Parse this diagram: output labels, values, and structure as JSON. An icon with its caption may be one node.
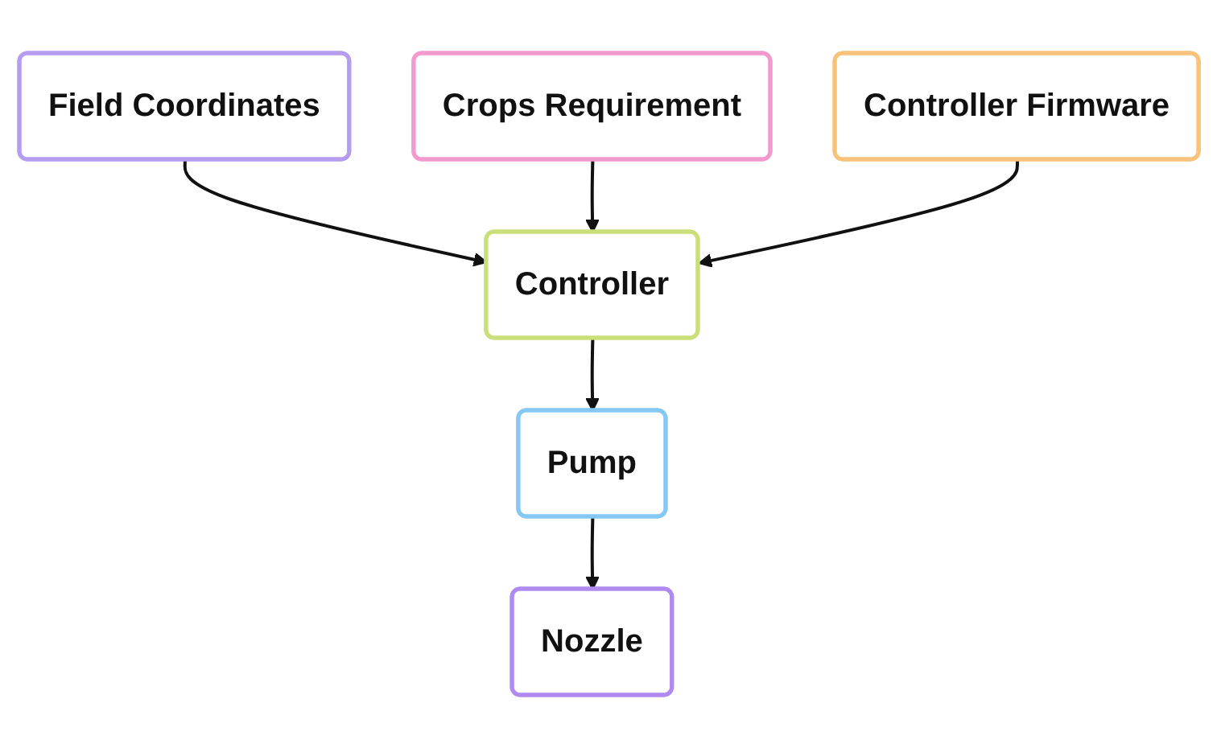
{
  "diagram": {
    "nodes": [
      {
        "text": [
          "Field Coordinates"
        ]
      },
      {
        "text": [
          "Crops Requirement"
        ]
      },
      {
        "text": [
          "Controller"
        ]
      },
      {
        "text": [
          "Controller Firmware"
        ]
      },
      {
        "text": [
          "Pump"
        ]
      },
      {
        "text": [
          "Nozzle"
        ]
      }
    ],
    "edges": [
      {
        "from": 0,
        "to": 2,
        "arrow": "to"
      },
      {
        "from": 1,
        "to": 2,
        "arrow": "to"
      },
      {
        "from": 3,
        "to": 2,
        "arrow": "to"
      },
      {
        "from": 2,
        "to": 4,
        "arrow": "to"
      },
      {
        "from": 4,
        "to": 5,
        "arrow": "to"
      }
    ]
  }
}
